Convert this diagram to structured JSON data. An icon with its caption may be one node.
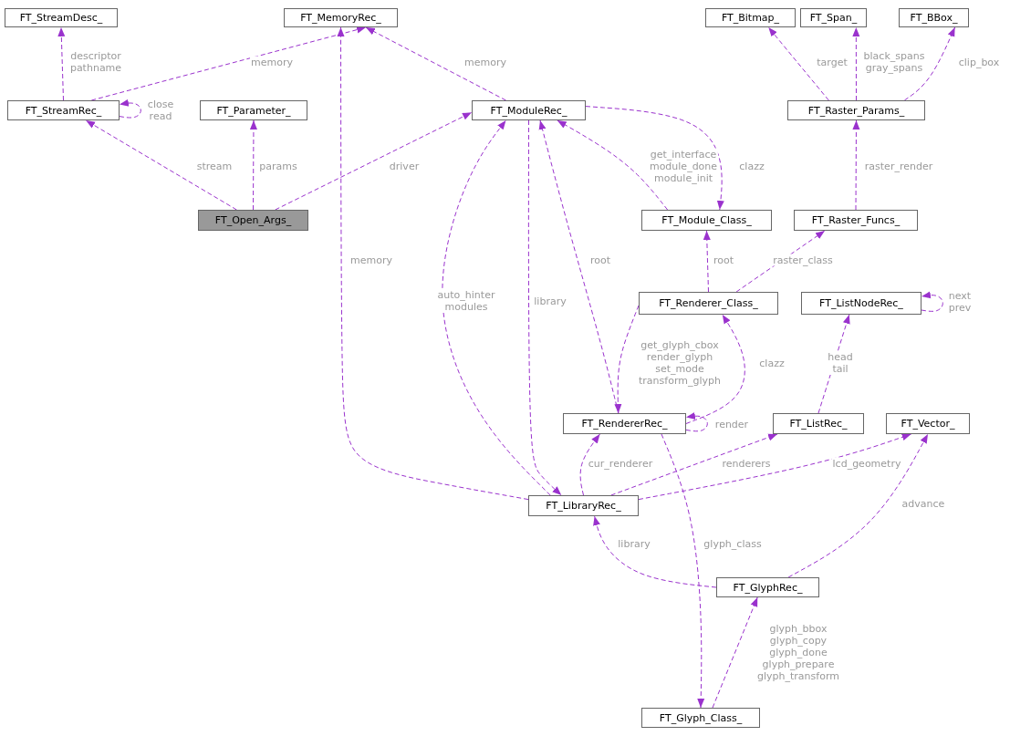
{
  "diagram": {
    "nodes": [
      {
        "text": [
          "FT_StreamDesc_"
        ]
      },
      {
        "text": [
          "FT_MemoryRec_"
        ]
      },
      {
        "text": [
          "FT_Bitmap_"
        ]
      },
      {
        "text": [
          "FT_Span_"
        ]
      },
      {
        "text": [
          "FT_BBox_"
        ]
      },
      {
        "text": [
          "FT_StreamRec_"
        ]
      },
      {
        "text": [
          "FT_Parameter_"
        ]
      },
      {
        "text": [
          "FT_ModuleRec_"
        ]
      },
      {
        "text": [
          "FT_Raster_Params_"
        ]
      },
      {
        "text": [
          "FT_Open_Args_"
        ]
      },
      {
        "text": [
          "FT_Module_Class_"
        ]
      },
      {
        "text": [
          "FT_Raster_Funcs_"
        ]
      },
      {
        "text": [
          "FT_Renderer_Class_"
        ]
      },
      {
        "text": [
          "FT_ListNodeRec_"
        ]
      },
      {
        "text": [
          "FT_RendererRec_"
        ]
      },
      {
        "text": [
          "FT_ListRec_"
        ]
      },
      {
        "text": [
          "FT_Vector_"
        ]
      },
      {
        "text": [
          "FT_LibraryRec_"
        ]
      },
      {
        "text": [
          "FT_GlyphRec_"
        ]
      },
      {
        "text": [
          "FT_Glyph_Class_"
        ]
      }
    ],
    "edges": [
      {
        "from": 5,
        "to": 0,
        "arrow": "to",
        "label": "descriptor pathname"
      },
      {
        "from": 5,
        "to": 1,
        "arrow": "to",
        "label": "memory"
      },
      {
        "from": 5,
        "to": 5,
        "arrow": "to",
        "label": "close read"
      },
      {
        "from": 9,
        "to": 5,
        "arrow": "to",
        "label": "stream"
      },
      {
        "from": 9,
        "to": 6,
        "arrow": "to",
        "label": "params"
      },
      {
        "from": 9,
        "to": 7,
        "arrow": "to",
        "label": "driver"
      },
      {
        "from": 7,
        "to": 1,
        "arrow": "to",
        "label": "memory"
      },
      {
        "from": 7,
        "to": 10,
        "arrow": "to",
        "label": "clazz"
      },
      {
        "from": 10,
        "to": 7,
        "arrow": "to",
        "label": "get_interface module_done module_init"
      },
      {
        "from": 8,
        "to": 2,
        "arrow": "to",
        "label": "target"
      },
      {
        "from": 8,
        "to": 3,
        "arrow": "to",
        "label": "black_spans gray_spans"
      },
      {
        "from": 8,
        "to": 4,
        "arrow": "to",
        "label": "clip_box"
      },
      {
        "from": 11,
        "to": 8,
        "arrow": "to",
        "label": "raster_render"
      },
      {
        "from": 12,
        "to": 10,
        "arrow": "to",
        "label": "root"
      },
      {
        "from": 12,
        "to": 11,
        "arrow": "to",
        "label": "raster_class"
      },
      {
        "from": 14,
        "to": 7,
        "arrow": "to",
        "label": "root"
      },
      {
        "from": 14,
        "to": 12,
        "arrow": "to",
        "label": "clazz"
      },
      {
        "from": 12,
        "to": 14,
        "arrow": "to",
        "label": "get_glyph_cbox render_glyph set_mode transform_glyph"
      },
      {
        "from": 14,
        "to": 14,
        "arrow": "to",
        "label": "render"
      },
      {
        "from": 13,
        "to": 13,
        "arrow": "to",
        "label": "next prev"
      },
      {
        "from": 15,
        "to": 13,
        "arrow": "to",
        "label": "head tail"
      },
      {
        "from": 17,
        "to": 1,
        "arrow": "to",
        "label": "memory"
      },
      {
        "from": 17,
        "to": 7,
        "arrow": "to",
        "label": "auto_hinter modules"
      },
      {
        "from": 7,
        "to": 17,
        "arrow": "to",
        "label": "library"
      },
      {
        "from": 17,
        "to": 14,
        "arrow": "to",
        "label": "cur_renderer"
      },
      {
        "from": 17,
        "to": 15,
        "arrow": "to",
        "label": "renderers"
      },
      {
        "from": 17,
        "to": 16,
        "arrow": "to",
        "label": "lcd_geometry"
      },
      {
        "from": 18,
        "to": 17,
        "arrow": "to",
        "label": "library"
      },
      {
        "from": 18,
        "to": 16,
        "arrow": "to",
        "label": "advance"
      },
      {
        "from": 14,
        "to": 19,
        "arrow": "to",
        "label": "glyph_class"
      },
      {
        "from": 19,
        "to": 18,
        "arrow": "to",
        "label": "glyph_bbox glyph_copy glyph_done glyph_prepare glyph_transform"
      }
    ]
  }
}
